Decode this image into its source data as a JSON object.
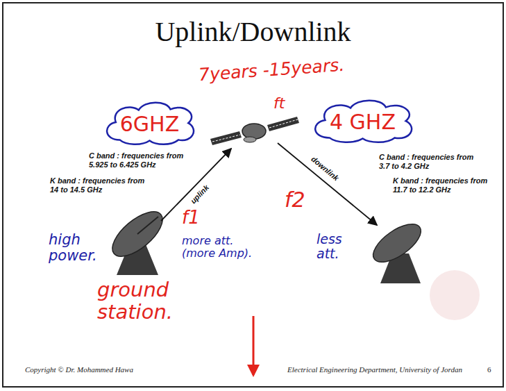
{
  "diagram": {
    "title": "Uplink/Downlink",
    "nodes": [
      {
        "text": [
          "6GHZ"
        ]
      },
      {
        "text": [
          "4 GHZ"
        ]
      }
    ],
    "labels": [
      "7years -15years.",
      "ft",
      "C band : frequencies from 5.925 to 6.425 GHz",
      "K band : frequencies from 14 to 14.5 GHz",
      "C band : frequencies from 3.7 to 4.2 GHz",
      "K band : frequencies from 11.7 to 12.2 GHz",
      "uplink",
      "downlink",
      "f1",
      "f2",
      "high power.",
      "more att. (more Amp).",
      "less att.",
      "ground station.",
      "Copyright © Dr. Mohammed Hawa",
      "Electrical Engineering Department, University of Jordan",
      "6"
    ]
  }
}
